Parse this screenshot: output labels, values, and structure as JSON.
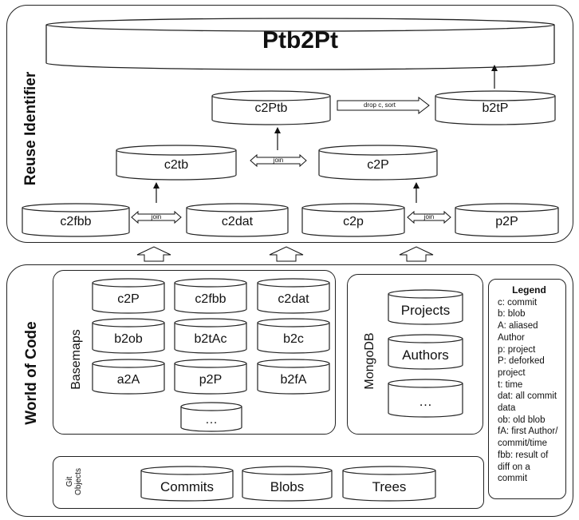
{
  "reuse_identifier": {
    "label": "Reuse Identifier",
    "ptb2pt": "Ptb2Pt",
    "top_row": [
      "c2Ptb",
      "b2tP"
    ],
    "drop_arrow": "drop c, sort",
    "mid_row": [
      "c2tb",
      "c2P"
    ],
    "bottom_row": [
      "c2fbb",
      "c2dat",
      "c2p",
      "p2P"
    ],
    "join_label": "join"
  },
  "world_of_code": {
    "label": "World of Code",
    "basemaps": {
      "label": "Basemaps",
      "rows": [
        [
          "c2P",
          "c2fbb",
          "c2dat"
        ],
        [
          "b2ob",
          "b2tAc",
          "b2c"
        ],
        [
          "a2A",
          "p2P",
          "b2fA"
        ]
      ],
      "more": "…"
    },
    "mongodb": {
      "label": "MongoDB",
      "items": [
        "Projects",
        "Authors",
        "…"
      ]
    },
    "git_objects": {
      "label_line1": "Git",
      "label_line2": "Objects",
      "items": [
        "Commits",
        "Blobs",
        "Trees"
      ]
    }
  },
  "legend": {
    "title": "Legend",
    "entries": [
      "c: commit",
      "b: blob",
      "A: aliased Author",
      "p: project",
      "P: deforked project",
      "t: time",
      "dat: all commit data",
      "ob: old blob",
      "fA: first Author/ commit/time",
      "fbb: result of diff on a commit"
    ]
  }
}
